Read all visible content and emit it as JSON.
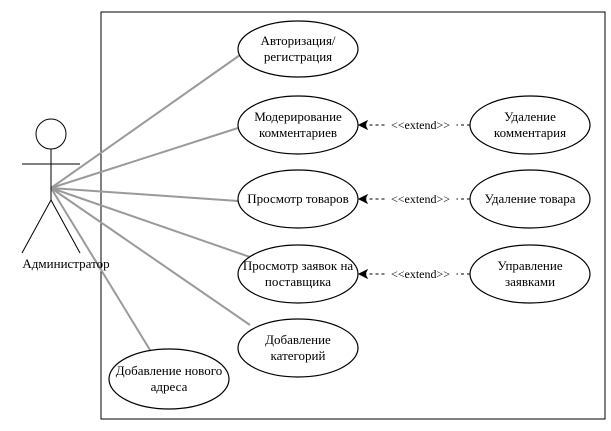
{
  "actor": {
    "name": "Администратор"
  },
  "usecases": [
    {
      "id": "auth",
      "lines": [
        "Авторизация/",
        "регистрация"
      ]
    },
    {
      "id": "moderate",
      "lines": [
        "Модерирование",
        "комментариев"
      ]
    },
    {
      "id": "view-products",
      "lines": [
        "Просмотр товаров"
      ]
    },
    {
      "id": "view-requests",
      "lines": [
        "Просмотр заявок на",
        "поставщика"
      ]
    },
    {
      "id": "add-category",
      "lines": [
        "Добавление",
        "категорий"
      ]
    },
    {
      "id": "add-address",
      "lines": [
        "Добавление нового",
        "адреса"
      ]
    },
    {
      "id": "delete-comment",
      "lines": [
        "Удаление",
        "комментария"
      ]
    },
    {
      "id": "delete-product",
      "lines": [
        "Удаление товара"
      ]
    },
    {
      "id": "manage-requests",
      "lines": [
        "Управление",
        "заявками"
      ]
    }
  ],
  "extends": [
    {
      "from": "delete-comment",
      "to": "moderate",
      "label": "<<extend>>"
    },
    {
      "from": "delete-product",
      "to": "view-products",
      "label": "<<extend>>"
    },
    {
      "from": "manage-requests",
      "to": "view-requests",
      "label": "<<extend>>"
    }
  ],
  "associations": [
    "auth",
    "moderate",
    "view-products",
    "view-requests",
    "add-category",
    "add-address"
  ]
}
